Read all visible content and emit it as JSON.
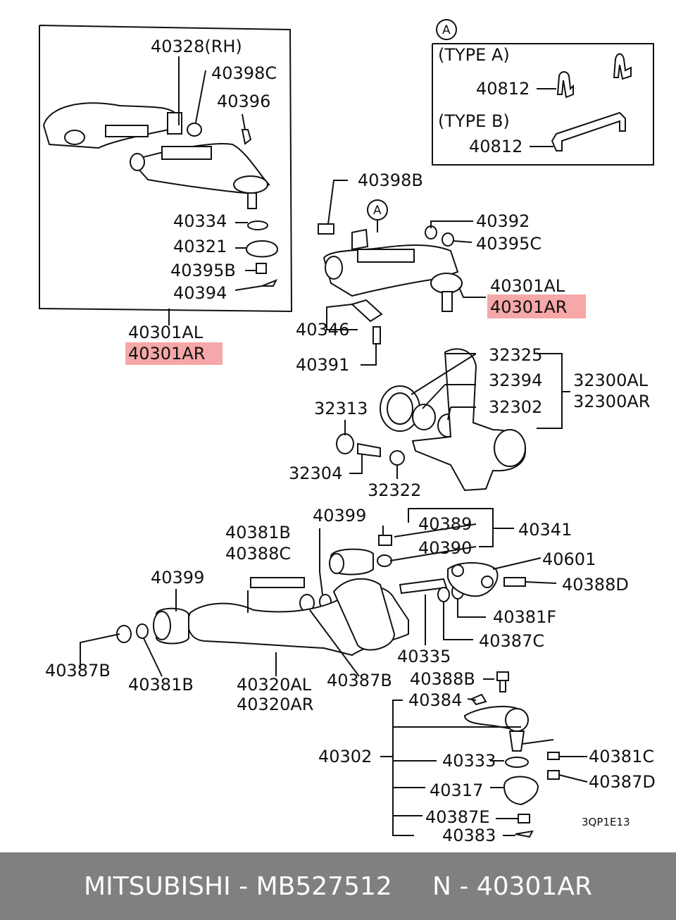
{
  "labels": {
    "p40328": "40328(RH)",
    "p40398c": "40398C",
    "p40396": "40396",
    "p40334": "40334",
    "p40321": "40321",
    "p40395b": "40395B",
    "p40394": "40394",
    "inset_al": "40301AL",
    "inset_ar": "40301AR",
    "type_a": "(TYPE A)",
    "type_b": "(TYPE B)",
    "p40812_a": "40812",
    "p40812_b": "40812",
    "p40398b": "40398B",
    "p40392": "40392",
    "p40395c": "40395C",
    "upper_al": "40301AL",
    "upper_ar": "40301AR",
    "p40346": "40346",
    "p40391": "40391",
    "p32325": "32325",
    "p32394": "32394",
    "p32302": "32302",
    "p32300al": "32300AL",
    "p32300ar": "32300AR",
    "p32313": "32313",
    "p32304": "32304",
    "p32322": "32322",
    "p40399_top": "40399",
    "p40389": "40389",
    "p40341": "40341",
    "p40390": "40390",
    "p40381b_top": "40381B",
    "p40388c": "40388C",
    "p40601": "40601",
    "p40388d": "40388D",
    "p40399_left": "40399",
    "p40381f": "40381F",
    "p40387c": "40387C",
    "p40335": "40335",
    "p40387b_left": "40387B",
    "p40381b_bot": "40381B",
    "p40320al": "40320AL",
    "p40320ar": "40320AR",
    "p40387b_mid": "40387B",
    "p40388b": "40388B",
    "p40384": "40384",
    "p40302": "40302",
    "p40333": "40333",
    "p40381c": "40381C",
    "p40317": "40317",
    "p40387d": "40387D",
    "p40387e": "40387E",
    "p40383": "40383",
    "ref_code": "3QP1E13",
    "callout_a": "A",
    "highlight_color": "#f6a7a7"
  },
  "footer": {
    "text": "MITSUBISHI - MB527512     N - 40301AR"
  }
}
